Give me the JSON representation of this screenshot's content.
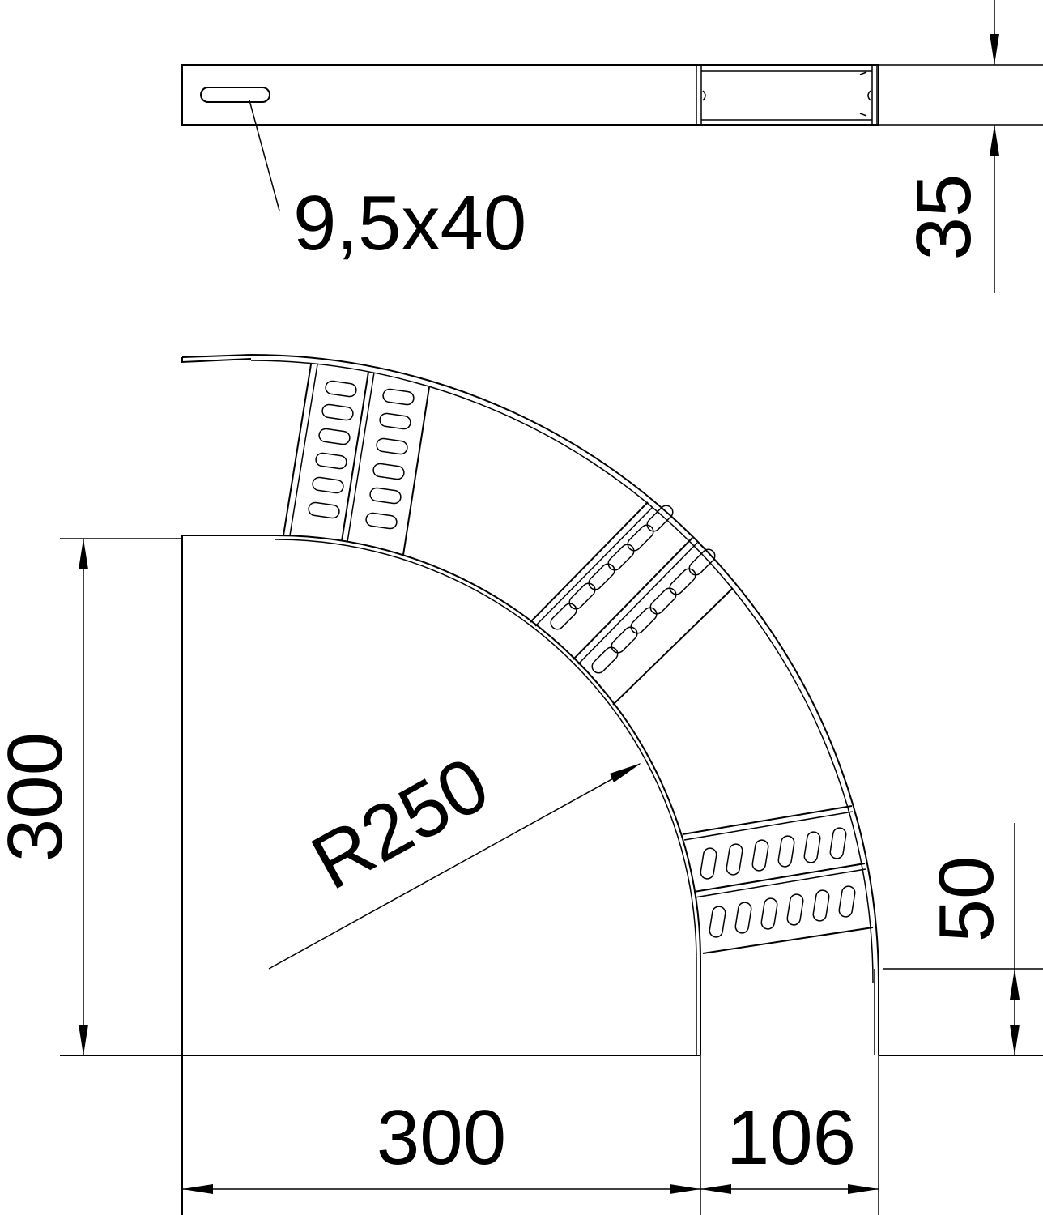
{
  "drawing": {
    "slot_label": "9,5x40",
    "height_label": "35",
    "overall_label": "300",
    "width_label": "300",
    "channel_label": "106",
    "radius_label": "R250",
    "end_label": "50"
  },
  "colors": {
    "line": "#000000",
    "background": "#ffffff"
  }
}
